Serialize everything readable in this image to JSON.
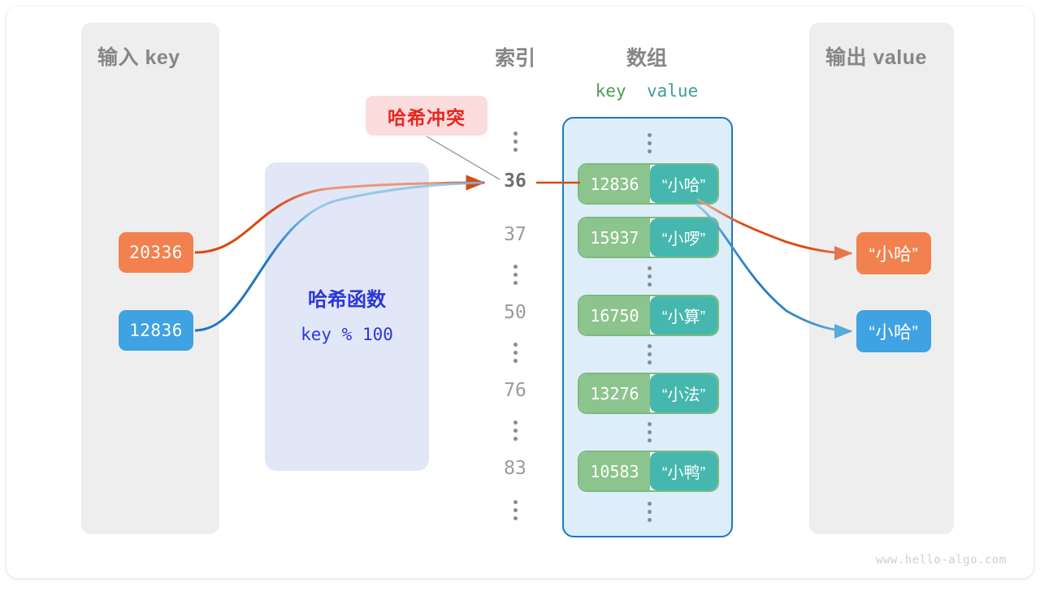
{
  "panels": {
    "input": {
      "title": "输入 key"
    },
    "output": {
      "title": "输出 value"
    }
  },
  "columns": {
    "index_title": "索引",
    "array_title": "数组",
    "kv_header": "key  value"
  },
  "hash_function": {
    "name": "哈希函数",
    "expression": "key % 100"
  },
  "collision": {
    "label": "哈希冲突"
  },
  "inputs": [
    {
      "value": "20336",
      "color": "#f2814f"
    },
    {
      "value": "12836",
      "color": "#3fa2e2"
    }
  ],
  "outputs": [
    {
      "value": "“小哈”",
      "color": "#f2814f"
    },
    {
      "value": "“小哈”",
      "color": "#3fa2e2"
    }
  ],
  "index_column": [
    {
      "type": "dots"
    },
    {
      "type": "index",
      "label": "36",
      "highlighted": true
    },
    {
      "type": "index",
      "label": "37",
      "highlighted": false
    },
    {
      "type": "dots"
    },
    {
      "type": "index",
      "label": "50",
      "highlighted": false
    },
    {
      "type": "dots"
    },
    {
      "type": "index",
      "label": "76",
      "highlighted": false
    },
    {
      "type": "dots"
    },
    {
      "type": "index",
      "label": "83",
      "highlighted": false
    },
    {
      "type": "dots"
    }
  ],
  "array_entries": [
    {
      "type": "dots"
    },
    {
      "type": "entry",
      "key": "12836",
      "value": "“小哈”"
    },
    {
      "type": "entry",
      "key": "15937",
      "value": "“小啰”"
    },
    {
      "type": "dots"
    },
    {
      "type": "entry",
      "key": "16750",
      "value": "“小算”"
    },
    {
      "type": "dots"
    },
    {
      "type": "entry",
      "key": "13276",
      "value": "“小法”"
    },
    {
      "type": "dots"
    },
    {
      "type": "entry",
      "key": "10583",
      "value": "“小鸭”"
    },
    {
      "type": "dots"
    }
  ],
  "colors": {
    "key_cell": "#8cc48e",
    "value_cell": "#45b7ae",
    "array_bg": "#ddeefa",
    "array_border": "#1f78c1",
    "hash_bg": "#e2e7f8",
    "hash_text": "#2b37d9",
    "collision_bg": "#fbdcdc",
    "collision_text": "#e8251f",
    "panel_bg": "#eeeeee",
    "orange": "#f2814f",
    "blue": "#3fa2e2",
    "arrow_orange": "#d94a10",
    "arrow_blue": "#1f78c1"
  },
  "watermark": "www.hello-algo.com"
}
